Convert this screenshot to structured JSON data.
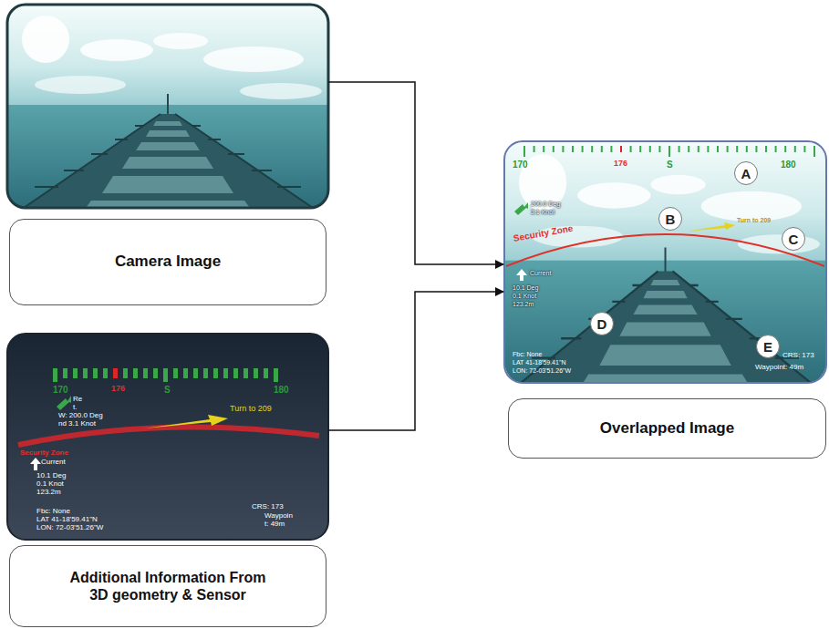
{
  "diagram": {
    "nodes": [
      {
        "text": [
          "Camera Image"
        ]
      },
      {
        "text": [
          "Additional Information From 3D geometry & Sensor"
        ]
      },
      {
        "text": [
          "Overlapped Image"
        ]
      },
      {
        "text": [
          "A"
        ],
        "in": 2
      },
      {
        "text": [
          "B"
        ],
        "in": 2
      },
      {
        "text": [
          "C"
        ],
        "in": 2
      },
      {
        "text": [
          "D"
        ],
        "in": 2
      },
      {
        "text": [
          "E"
        ],
        "in": 2
      }
    ],
    "edges": [
      {
        "from": 0,
        "to": 2,
        "arrow": "to"
      },
      {
        "from": 1,
        "to": 2,
        "arrow": "to"
      }
    ],
    "labels": [
      "170",
      "176",
      "S",
      "180",
      "Re",
      "t.",
      "W: 200.0 Deg",
      "nd 3.1 Knot",
      "Turn to 209",
      "Security Zone",
      "Current",
      "10.1 Deg",
      "0.1 Knot",
      "123.2m",
      "Fbc: None",
      "LAT 41-18'59.41\"N",
      "LON: 72-03'51.26\"W",
      "CRS: 173",
      "Waypoin",
      "t: 49m",
      "170",
      "176",
      "S",
      "180",
      "200.0 Deg",
      "3.1 Knot",
      "Turn to 209",
      "Security Zone",
      "Current",
      "10.1 Deg",
      "0.1 Knot",
      "123.2m",
      "Fbc: None",
      "LAT 41-18'59.41\"N",
      "LON: 72-03'51.26\"W",
      "CRS: 173",
      "Waypoint: 49m"
    ]
  }
}
